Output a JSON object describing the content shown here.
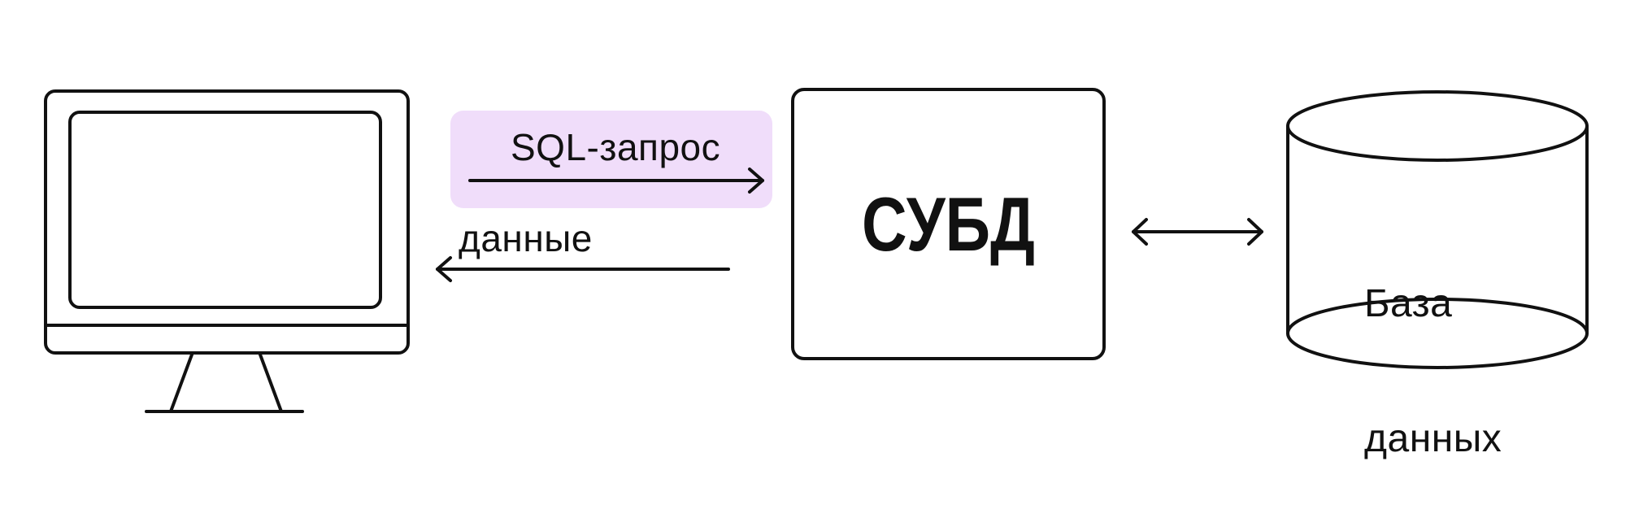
{
  "diagram": {
    "request_label": "SQL-запрос",
    "response_label": "данные",
    "dbms_label": "СУБД",
    "database_label_line1": "База",
    "database_label_line2": "данных"
  },
  "colors": {
    "stroke": "#111111",
    "request_highlight": "#f0ddfa",
    "background": "#ffffff"
  },
  "icons": [
    "computer-monitor-icon",
    "database-cylinder-icon"
  ]
}
